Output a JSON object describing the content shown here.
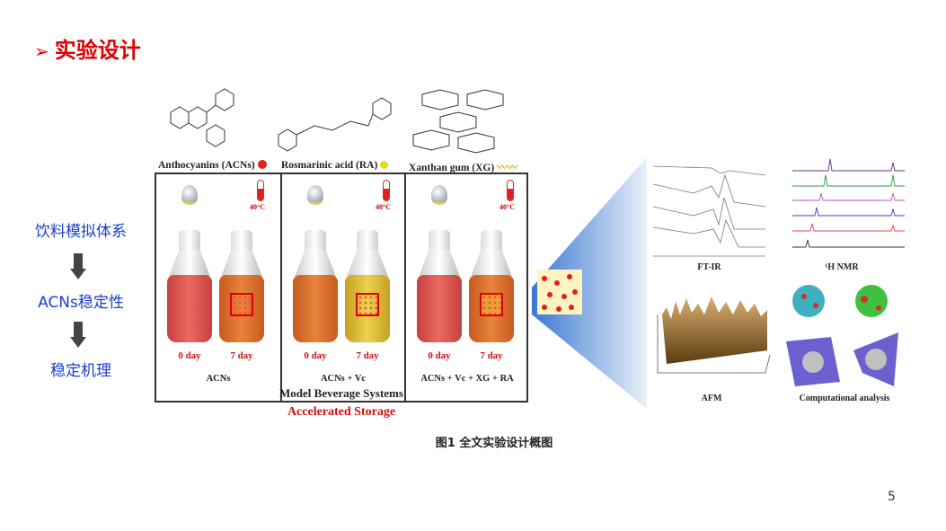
{
  "slide": {
    "title": "实验设计",
    "title_icon": "arrowhead-bullet",
    "page_number": "5"
  },
  "flow": {
    "steps": [
      "饮料模拟体系",
      "ACNs稳定性",
      "稳定机理"
    ]
  },
  "figure": {
    "compounds": [
      "Anthocyanins (ACNs)",
      "Rosmarinic acid (RA)",
      "Xanthan gum (XG)"
    ],
    "temperature": "40°C",
    "panels": [
      {
        "label": "ACNs"
      },
      {
        "label": "ACNs + Vc"
      },
      {
        "label": "ACNs + Vc + XG + RA"
      }
    ],
    "day0": "0 day",
    "day7": "7 day",
    "system_label": "Model Beverage Systems",
    "storage_label": "Accelerated Storage",
    "analyses": [
      "FT-IR",
      "¹H NMR",
      "AFM",
      "Computational analysis"
    ],
    "caption": "图1 全文实验设计概图",
    "colors": {
      "acn": "#e03030",
      "ra": "#e8d820",
      "accent": "#e00000",
      "flow": "#1a3fd0"
    }
  }
}
